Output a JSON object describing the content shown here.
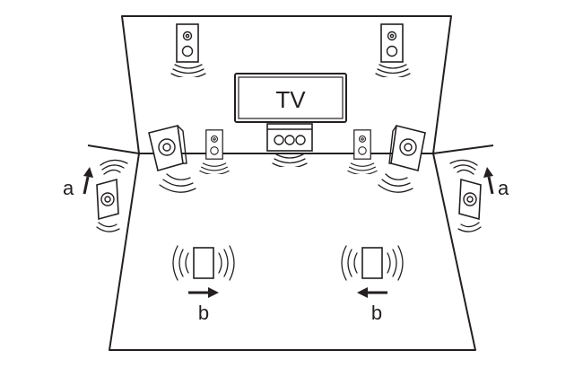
{
  "tv": {
    "label": "TV"
  },
  "labels": {
    "left_a": "a",
    "right_a": "a",
    "left_b": "b",
    "right_b": "b"
  },
  "colors": {
    "ink": "#231f20",
    "background": "#ffffff"
  }
}
